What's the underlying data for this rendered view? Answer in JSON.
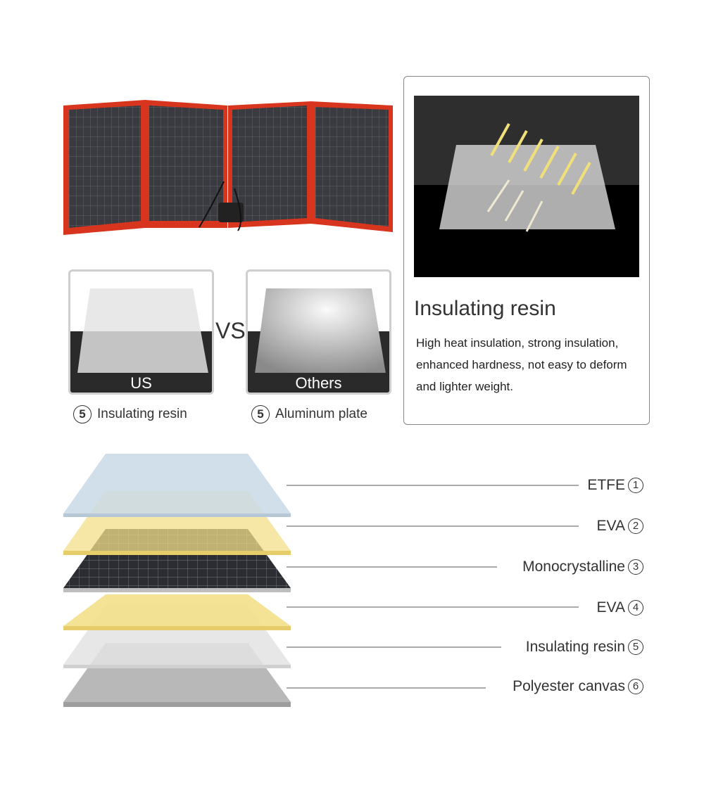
{
  "product_image": {
    "name": "foldable-solar-panel",
    "frame_color": "#d8351e"
  },
  "comparison": {
    "vs_label": "VS",
    "us": {
      "label": "US",
      "number": "5",
      "caption": "Insulating resin"
    },
    "others": {
      "label": "Others",
      "number": "5",
      "caption": "Aluminum plate"
    }
  },
  "info": {
    "title": "Insulating resin",
    "description": "High heat insulation, strong insulation, enhanced hardness, not easy to deform and lighter weight."
  },
  "layers": [
    {
      "name": "ETFE",
      "number": "1",
      "color": "#c9d9e6"
    },
    {
      "name": "EVA",
      "number": "2",
      "color": "#f3df8a"
    },
    {
      "name": "Monocrystalline",
      "number": "3",
      "color": "#2b2d33"
    },
    {
      "name": "EVA",
      "number": "4",
      "color": "#f3df8a"
    },
    {
      "name": "Insulating resin",
      "number": "5",
      "color": "#e3e3e3"
    },
    {
      "name": "Polyester canvas",
      "number": "6",
      "color": "#b8b8b8"
    }
  ]
}
